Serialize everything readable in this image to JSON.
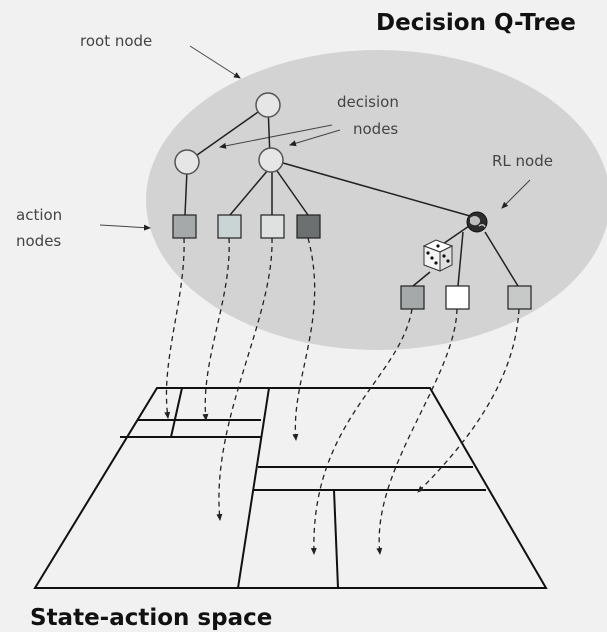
{
  "titles": {
    "tree": "Decision Q-Tree",
    "space": "State-action space"
  },
  "labels": {
    "root": "root node",
    "decision_line1": "decision",
    "decision_line2": "nodes",
    "action_line1": "action",
    "action_line2": "nodes",
    "rl": "RL node"
  },
  "icons": {
    "dice": "dice-icon",
    "rl_node": "globe-icon"
  },
  "colors": {
    "background": "#f1f1f1",
    "ellipse": "#d3d3d3",
    "circle_node": "#e6e6e6",
    "stroke": "#555555",
    "line": "#222222",
    "action_medium": "#a5a9a9",
    "action_light_blue": "#c9d4d4",
    "action_light": "#dfe1e1",
    "action_dark": "#6c7070",
    "action_white": "#ffffff",
    "action_gray": "#c7c9c9"
  }
}
